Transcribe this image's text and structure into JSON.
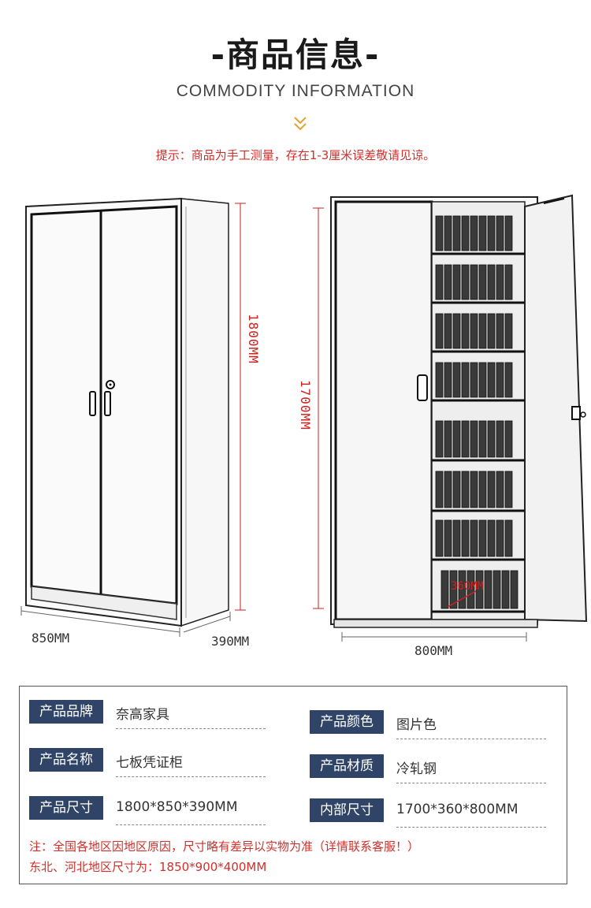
{
  "header": {
    "title": "-商品信息-",
    "subtitle": "COMMODITY INFORMATION",
    "notice": "提示：商品为手工测量，存在1-3厘米误差敬请见谅。"
  },
  "dimensions": {
    "left_height": "1800MM",
    "left_width": "850MM",
    "left_depth": "390MM",
    "right_height": "1700MM",
    "right_width": "800MM",
    "right_depth": "360MM"
  },
  "specs": {
    "brand_label": "产品品牌",
    "brand_value": "奈高家具",
    "color_label": "产品颜色",
    "color_value": "图片色",
    "name_label": "产品名称",
    "name_value": "七板凭证柜",
    "material_label": "产品材质",
    "material_value": "冷轧钢",
    "size_label": "产品尺寸",
    "size_value": "1800*850*390MM",
    "inner_label": "内部尺寸",
    "inner_value": "1700*360*800MM"
  },
  "notes": {
    "line1": "注：全国各地区因地区原因，尺寸略有差异以实物为准（详情联系客服！）",
    "line2": "东北、河北地区尺寸为：1850*900*400MM"
  },
  "colors": {
    "label_bg": "#2f4467",
    "accent_red": "#d0302b"
  }
}
